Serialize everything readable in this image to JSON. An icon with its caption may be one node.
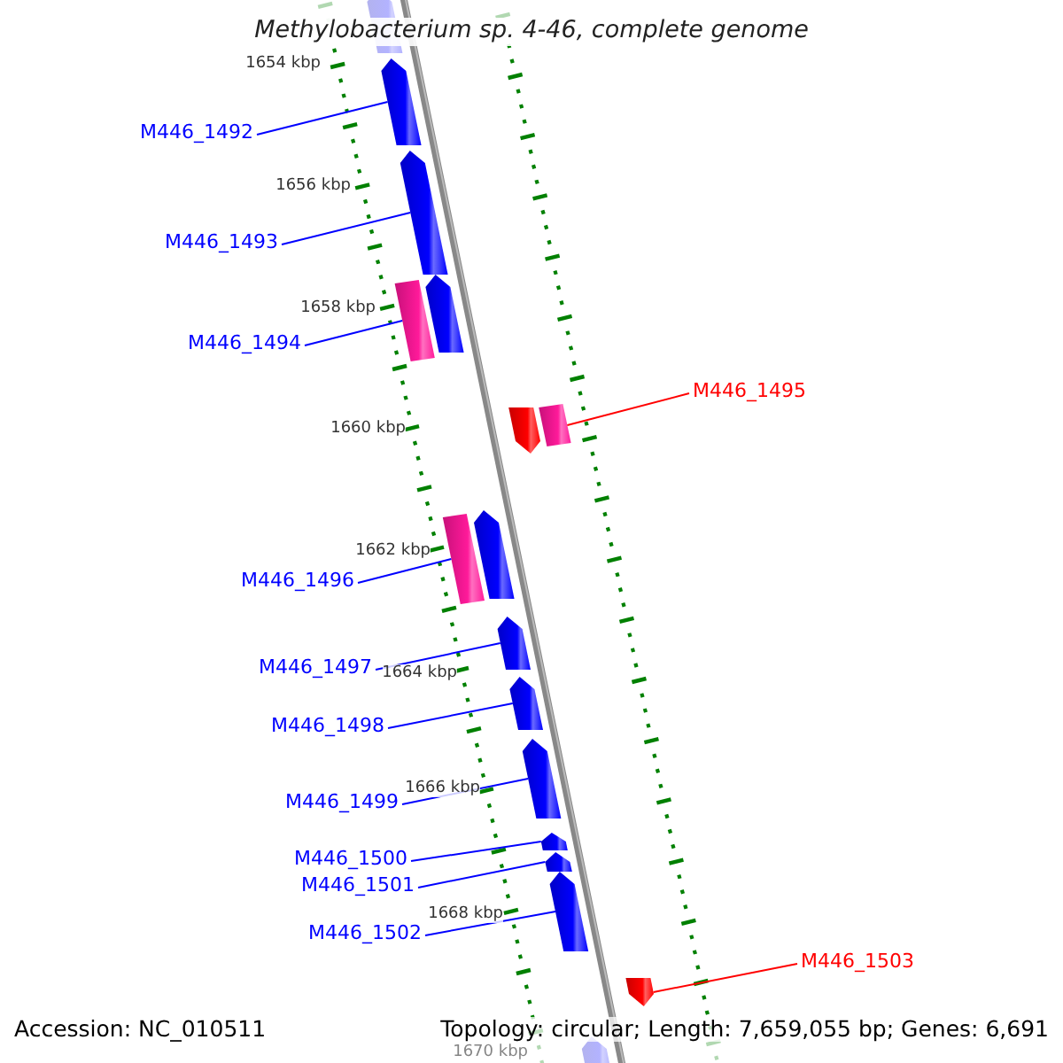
{
  "diagram": {
    "title": "Methylobacterium sp. 4-46, complete genome",
    "nodes": [
      {
        "text": [
          "M446_1492"
        ]
      },
      {
        "text": [
          "M446_1493"
        ]
      },
      {
        "text": [
          "M446_1494"
        ]
      },
      {
        "text": [
          "M446_1495"
        ]
      },
      {
        "text": [
          "M446_1496"
        ]
      },
      {
        "text": [
          "M446_1497"
        ]
      },
      {
        "text": [
          "M446_1498"
        ]
      },
      {
        "text": [
          "M446_1499"
        ]
      },
      {
        "text": [
          "M446_1500"
        ]
      },
      {
        "text": [
          "M446_1501"
        ]
      },
      {
        "text": [
          "M446_1502"
        ]
      },
      {
        "text": [
          "M446_1503"
        ]
      },
      {
        "text": [],
        "shape": "arrow"
      },
      {
        "text": [],
        "shape": "arrow"
      },
      {
        "text": [],
        "shape": "arrow"
      },
      {
        "text": [],
        "shape": "bar"
      },
      {
        "text": [],
        "shape": "arrow"
      },
      {
        "text": [],
        "shape": "arrow"
      },
      {
        "text": [],
        "shape": "bar"
      },
      {
        "text": [],
        "shape": "bar"
      },
      {
        "text": [],
        "shape": "arrow"
      },
      {
        "text": [],
        "shape": "arrow"
      },
      {
        "text": [],
        "shape": "arrow"
      },
      {
        "text": [],
        "shape": "arrow"
      },
      {
        "text": [],
        "shape": "arrow"
      },
      {
        "text": [],
        "shape": "arrow"
      },
      {
        "text": [],
        "shape": "arrow"
      },
      {
        "text": [],
        "shape": "arrow"
      },
      {
        "text": [],
        "shape": "arrow"
      }
    ],
    "edges": [
      {
        "from": 0,
        "to": 13,
        "arrow": "none"
      },
      {
        "from": 1,
        "to": 14,
        "arrow": "none"
      },
      {
        "from": 2,
        "to": 15,
        "arrow": "none"
      },
      {
        "from": 3,
        "to": 18,
        "arrow": "none",
        "color": "#ff0000"
      },
      {
        "from": 4,
        "to": 19,
        "arrow": "none"
      },
      {
        "from": 5,
        "to": 21,
        "arrow": "none"
      },
      {
        "from": 6,
        "to": 22,
        "arrow": "none"
      },
      {
        "from": 7,
        "to": 23,
        "arrow": "none"
      },
      {
        "from": 8,
        "to": 24,
        "arrow": "none"
      },
      {
        "from": 9,
        "to": 25,
        "arrow": "none"
      },
      {
        "from": 10,
        "to": 26,
        "arrow": "none"
      },
      {
        "from": 11,
        "to": 27,
        "arrow": "none",
        "color": "#ff0000"
      }
    ],
    "labels": [
      "1654 kbp",
      "1656 kbp",
      "1658 kbp",
      "1660 kbp",
      "1662 kbp",
      "1664 kbp",
      "1666 kbp",
      "1668 kbp",
      "1670 kbp",
      "Accession: NC_010511",
      "Topology: circular; Length: 7,659,055 bp; Genes: 6,691"
    ]
  }
}
